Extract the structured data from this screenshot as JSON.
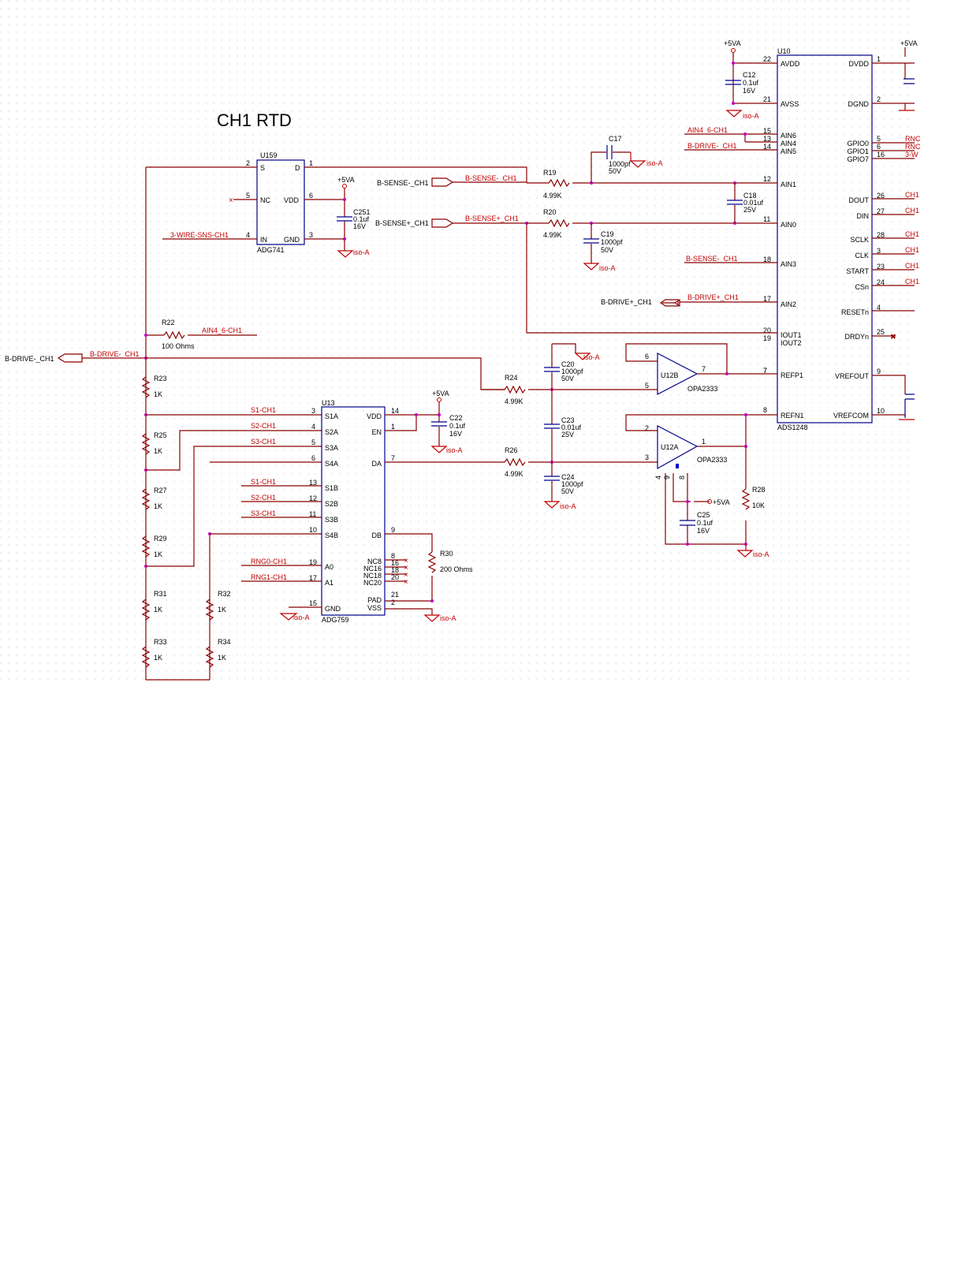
{
  "title": "CH1 RTD",
  "power": {
    "vdd": "+5VA",
    "gnd": "iso-A"
  },
  "components": {
    "U10": {
      "ref": "U10",
      "part": "ADS1248",
      "left_pins": [
        {
          "num": "22",
          "name": "AVDD"
        },
        {
          "num": "21",
          "name": "AVSS"
        },
        {
          "num": "15",
          "name": "AIN6"
        },
        {
          "num": "13",
          "name": "AIN4"
        },
        {
          "num": "14",
          "name": "AIN5"
        },
        {
          "num": "12",
          "name": "AIN1"
        },
        {
          "num": "11",
          "name": "AIN0"
        },
        {
          "num": "18",
          "name": "AIN3"
        },
        {
          "num": "17",
          "name": "AIN2"
        },
        {
          "num": "20",
          "name": "IOUT1"
        },
        {
          "num": "19",
          "name": "IOUT2"
        },
        {
          "num": "7",
          "name": "REFP1"
        },
        {
          "num": "8",
          "name": "REFN1"
        }
      ],
      "right_pins": [
        {
          "num": "1",
          "name": "DVDD"
        },
        {
          "num": "2",
          "name": "DGND"
        },
        {
          "num": "5",
          "name": "GPIO0"
        },
        {
          "num": "6",
          "name": "GPIO1"
        },
        {
          "num": "16",
          "name": "GPIO7"
        },
        {
          "num": "26",
          "name": "DOUT"
        },
        {
          "num": "27",
          "name": "DIN"
        },
        {
          "num": "28",
          "name": "SCLK"
        },
        {
          "num": "3",
          "name": "CLK"
        },
        {
          "num": "23",
          "name": "START"
        },
        {
          "num": "24",
          "name": "CSn"
        },
        {
          "num": "4",
          "name": "RESETn"
        },
        {
          "num": "25",
          "name": "DRDYn"
        },
        {
          "num": "9",
          "name": "VREFOUT"
        },
        {
          "num": "10",
          "name": "VREFCOM"
        }
      ],
      "right_nets": [
        "RNC",
        "RNC",
        "3-W",
        "CH1",
        "CH1",
        "CH1",
        "CH1",
        "CH1",
        "CH1"
      ]
    },
    "U159": {
      "ref": "U159",
      "part": "ADG741",
      "pins": [
        {
          "num": "2",
          "name": "S"
        },
        {
          "num": "1",
          "name": "D"
        },
        {
          "num": "5",
          "name": "NC"
        },
        {
          "num": "6",
          "name": "VDD"
        },
        {
          "num": "4",
          "name": "IN"
        },
        {
          "num": "3",
          "name": "GND"
        }
      ]
    },
    "U13": {
      "ref": "U13",
      "part": "ADG759",
      "left_pins": [
        {
          "num": "3",
          "name": "S1A"
        },
        {
          "num": "4",
          "name": "S2A"
        },
        {
          "num": "5",
          "name": "S3A"
        },
        {
          "num": "6",
          "name": "S4A"
        },
        {
          "num": "13",
          "name": "S1B"
        },
        {
          "num": "12",
          "name": "S2B"
        },
        {
          "num": "11",
          "name": "S3B"
        },
        {
          "num": "10",
          "name": "S4B"
        },
        {
          "num": "19",
          "name": "A0"
        },
        {
          "num": "17",
          "name": "A1"
        },
        {
          "num": "15",
          "name": "GND"
        }
      ],
      "right_pins": [
        {
          "num": "14",
          "name": "VDD"
        },
        {
          "num": "1",
          "name": "EN"
        },
        {
          "num": "7",
          "name": "DA"
        },
        {
          "num": "9",
          "name": "DB"
        },
        {
          "num": "8",
          "name": "NC8"
        },
        {
          "num": "16",
          "name": "NC16"
        },
        {
          "num": "18",
          "name": "NC18"
        },
        {
          "num": "20",
          "name": "NC20"
        },
        {
          "num": "21",
          "name": "PAD"
        },
        {
          "num": "2",
          "name": "VSS"
        }
      ]
    },
    "U12B": {
      "ref": "U12B",
      "part": "OPA2333",
      "pins": [
        "6",
        "5",
        "7"
      ]
    },
    "U12A": {
      "ref": "U12A",
      "part": "OPA2333",
      "pins": [
        "2",
        "3",
        "1",
        "4",
        "8",
        "9"
      ]
    }
  },
  "passives": {
    "C12": {
      "ref": "C12",
      "v1": "0.1uf",
      "v2": "16V"
    },
    "C17": {
      "ref": "C17",
      "v1": "1000pf",
      "v2": "50V"
    },
    "C18": {
      "ref": "C18",
      "v1": "0.01uf",
      "v2": "25V"
    },
    "C19": {
      "ref": "C19",
      "v1": "1000pf",
      "v2": "50V"
    },
    "C251": {
      "ref": "C251",
      "v1": "0.1uf",
      "v2": "16V"
    },
    "C20": {
      "ref": "C20",
      "v1": "1000pf",
      "v2": "50V"
    },
    "C22": {
      "ref": "C22",
      "v1": "0.1uf",
      "v2": "16V"
    },
    "C23": {
      "ref": "C23",
      "v1": "0.01uf",
      "v2": "25V"
    },
    "C24": {
      "ref": "C24",
      "v1": "1000pf",
      "v2": "50V"
    },
    "C25": {
      "ref": "C25",
      "v1": "0.1uf",
      "v2": "16V"
    },
    "R19": {
      "ref": "R19",
      "v": "4.99K"
    },
    "R20": {
      "ref": "R20",
      "v": "4.99K"
    },
    "R22": {
      "ref": "R22",
      "v": "100 Ohms"
    },
    "R24": {
      "ref": "R24",
      "v": "4.99K"
    },
    "R26": {
      "ref": "R26",
      "v": "4.99K"
    },
    "R28": {
      "ref": "R28",
      "v": "10K"
    },
    "R30": {
      "ref": "R30",
      "v": "200 Ohms"
    },
    "R23": {
      "ref": "R23",
      "v": "1K"
    },
    "R25": {
      "ref": "R25",
      "v": "1K"
    },
    "R27": {
      "ref": "R27",
      "v": "1K"
    },
    "R29": {
      "ref": "R29",
      "v": "1K"
    },
    "R31": {
      "ref": "R31",
      "v": "1K"
    },
    "R32": {
      "ref": "R32",
      "v": "1K"
    },
    "R33": {
      "ref": "R33",
      "v": "1K"
    },
    "R34": {
      "ref": "R34",
      "v": "1K"
    }
  },
  "nets": {
    "ain4_6": "AIN4_6-CH1",
    "bdrive_minus": "B-DRIVE-_CH1",
    "bsense_minus": "B-SENSE-_CH1",
    "bsense_plus": "B-SENSE+_CH1",
    "bdrive_plus": "B-DRIVE+_CH1",
    "wire3": "3-WIRE-SNS-CH1",
    "s1": "S1-CH1",
    "s2": "S2-CH1",
    "s3": "S3-CH1",
    "rng0": "RNG0-CH1",
    "rng1": "RNG1-CH1"
  }
}
